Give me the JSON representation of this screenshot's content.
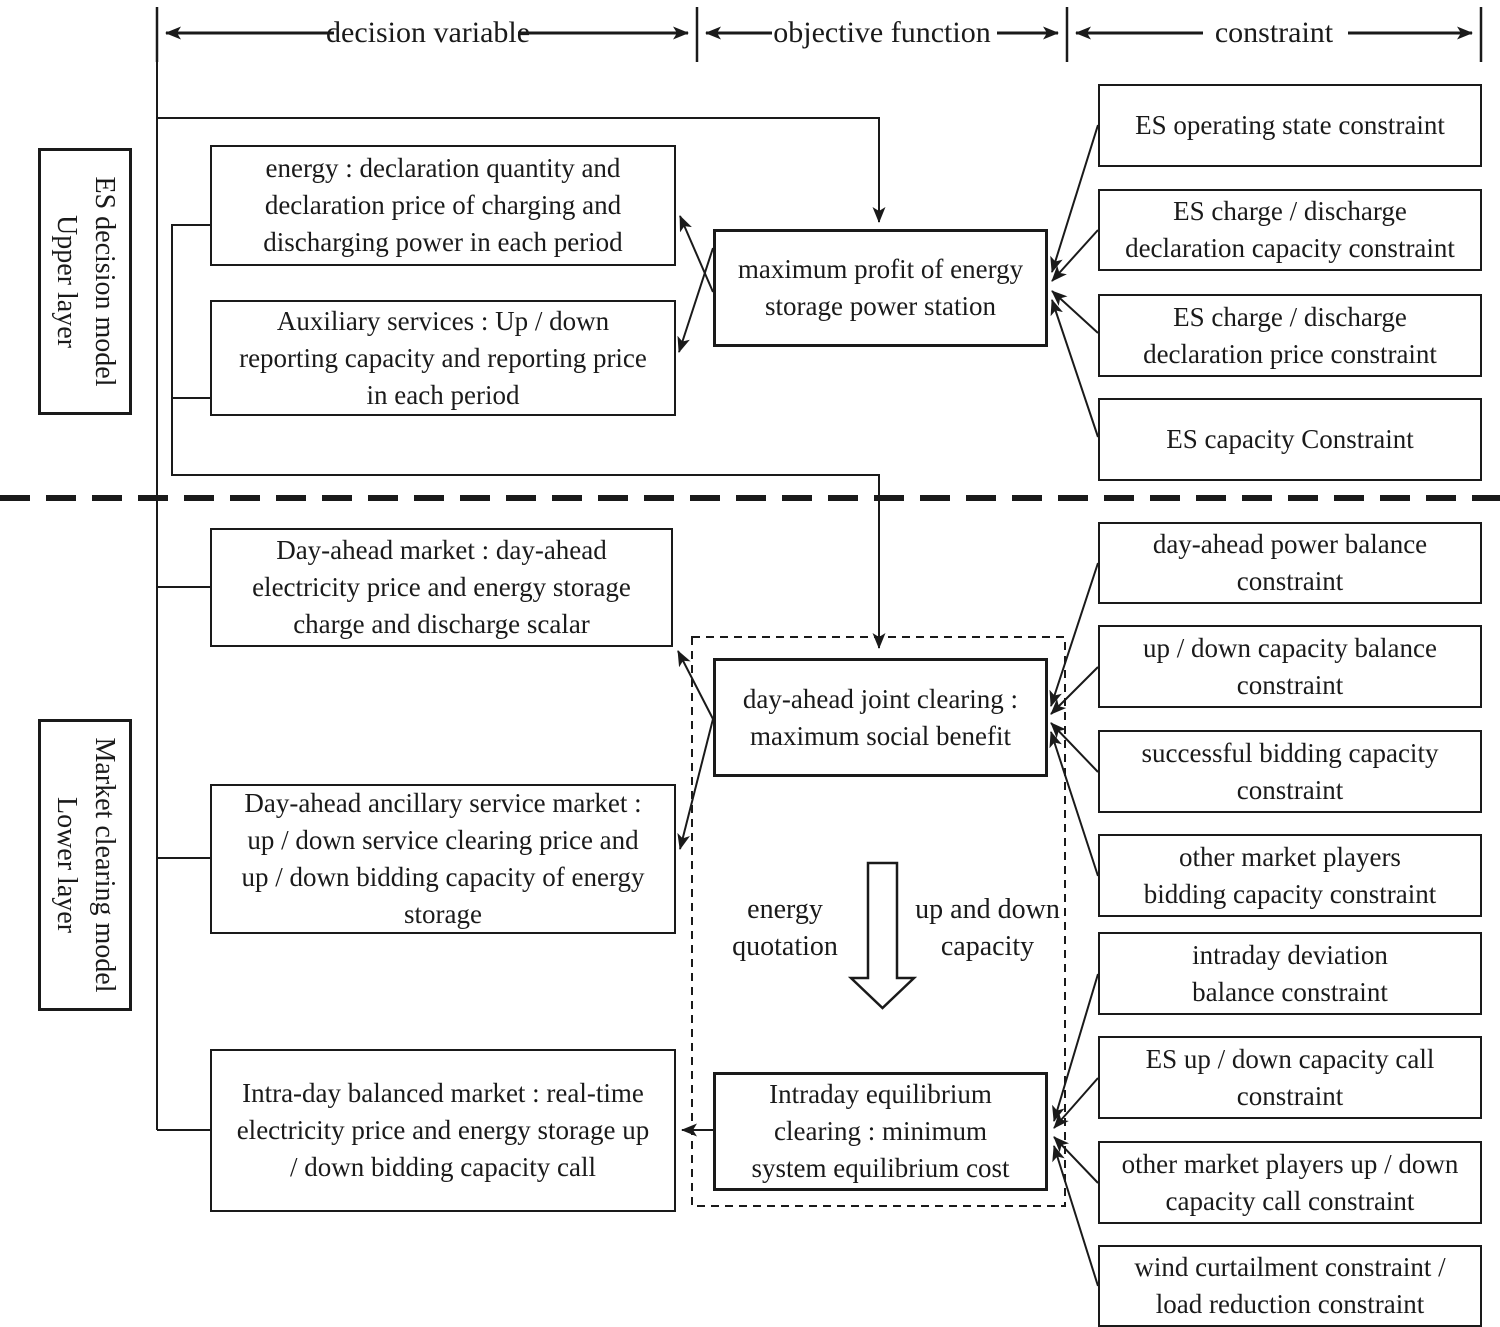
{
  "header": {
    "sections": [
      {
        "label": "decision variable"
      },
      {
        "label": "objective function"
      },
      {
        "label": "constraint"
      }
    ]
  },
  "upper_layer": {
    "side_label": "ES decision model\nUpper layer",
    "decision_variables": [
      {
        "text": "energy : declaration quantity and\ndeclaration price of charging and\ndischarging power in each period"
      },
      {
        "text": "Auxiliary services : Up / down\nreporting capacity and reporting price\nin each period"
      }
    ],
    "objective": {
      "text": "maximum profit of energy\nstorage power station"
    },
    "constraints": [
      {
        "text": "ES operating state constraint"
      },
      {
        "text": "ES charge / discharge\ndeclaration capacity constraint"
      },
      {
        "text": "ES charge / discharge\ndeclaration price constraint"
      },
      {
        "text": "ES capacity Constraint"
      }
    ]
  },
  "lower_layer": {
    "side_label": "Market clearing model\nLower layer",
    "decision_variables": [
      {
        "text": "Day-ahead market : day-ahead\nelectricity price and energy storage\ncharge and discharge scalar"
      },
      {
        "text": "Day-ahead ancillary service market :\nup / down service clearing price and\nup / down bidding capacity of energy\nstorage"
      },
      {
        "text": "Intra-day balanced market : real-time\nelectricity price and energy storage up\n/ down bidding capacity call"
      }
    ],
    "objectives": [
      {
        "text": "day-ahead joint clearing :\nmaximum social benefit"
      },
      {
        "text": "Intraday equilibrium\nclearing : minimum\nsystem equilibrium cost"
      }
    ],
    "flow_labels": {
      "left": "energy\nquotation",
      "right": "up and down\ncapacity"
    },
    "constraints_day_ahead": [
      {
        "text": "day-ahead power balance\nconstraint"
      },
      {
        "text": "up / down capacity balance\nconstraint"
      },
      {
        "text": "successful bidding capacity\nconstraint"
      },
      {
        "text": "other market players\nbidding capacity constraint"
      }
    ],
    "constraints_intraday": [
      {
        "text": "intraday deviation\nbalance constraint"
      },
      {
        "text": "ES up / down capacity call\nconstraint"
      },
      {
        "text": "other market players up / down\ncapacity call constraint"
      },
      {
        "text": "wind curtailment constraint /\nload reduction constraint"
      }
    ]
  },
  "colors": {
    "line": "#1a1a1a",
    "background": "#ffffff"
  }
}
